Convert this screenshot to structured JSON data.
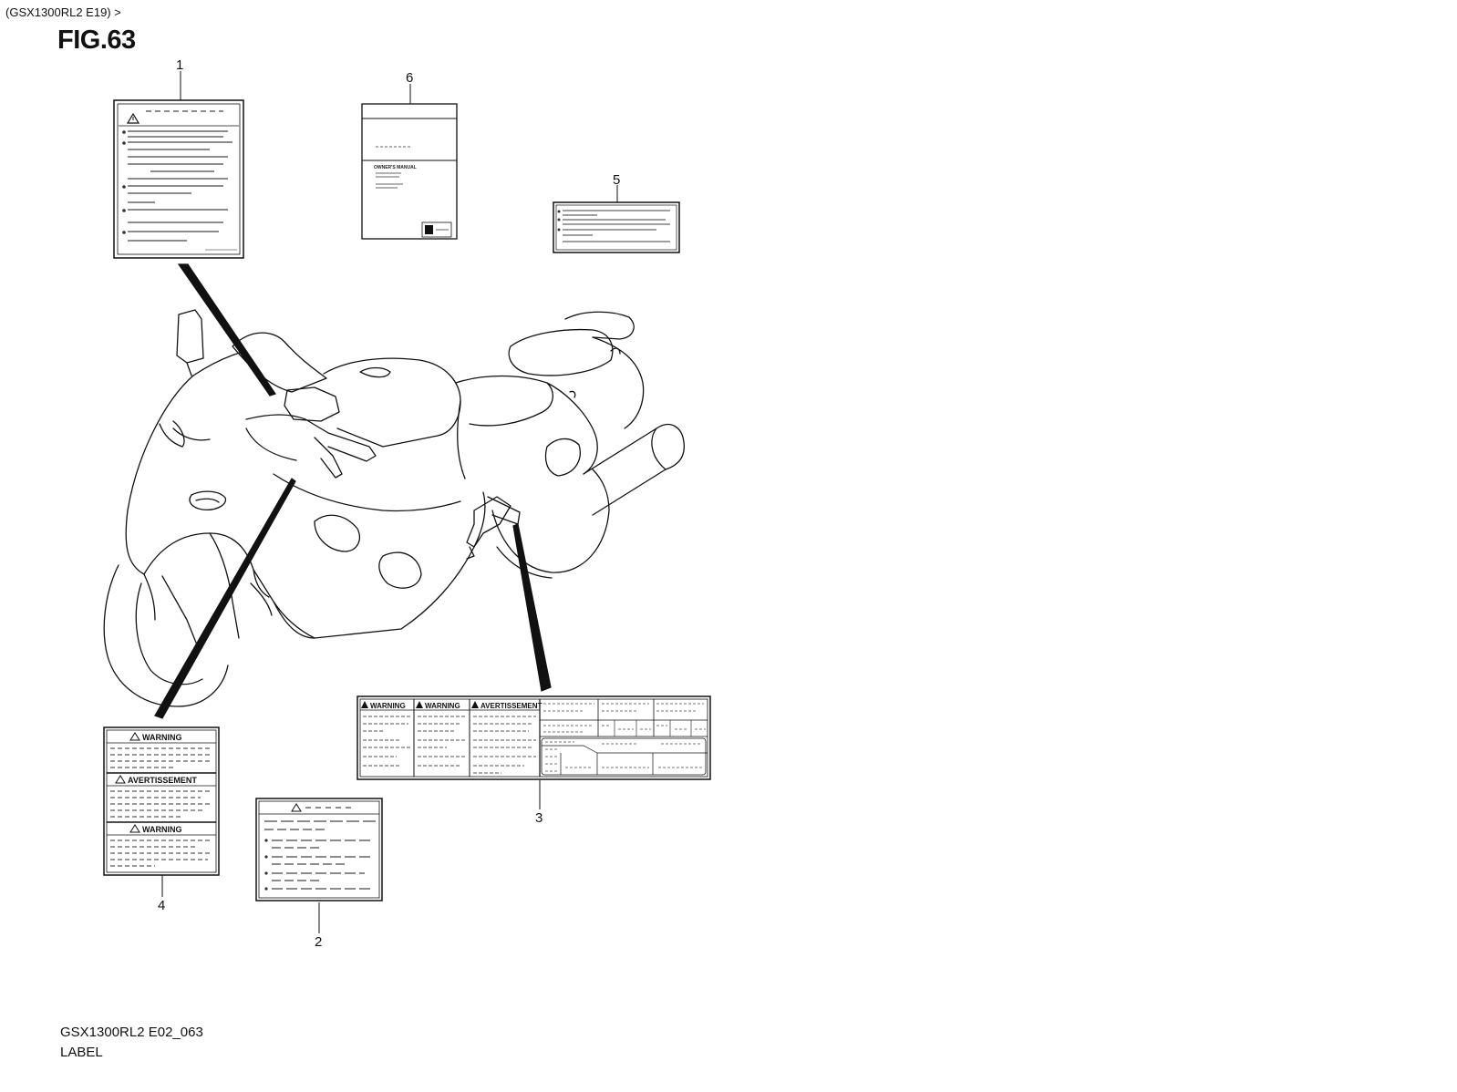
{
  "breadcrumb": "(GSX1300RL2 E19) >",
  "figure_title": "FIG.63",
  "callouts": [
    "1",
    "2",
    "3",
    "4",
    "5",
    "6"
  ],
  "label_texts": {
    "warning": "WARNING",
    "avertissement": "AVERTISSEMENT",
    "owners_manual": "OWNER'S MANUAL"
  },
  "footer": {
    "drawing_code": "GSX1300RL2 E02_063",
    "section_name": "LABEL"
  }
}
